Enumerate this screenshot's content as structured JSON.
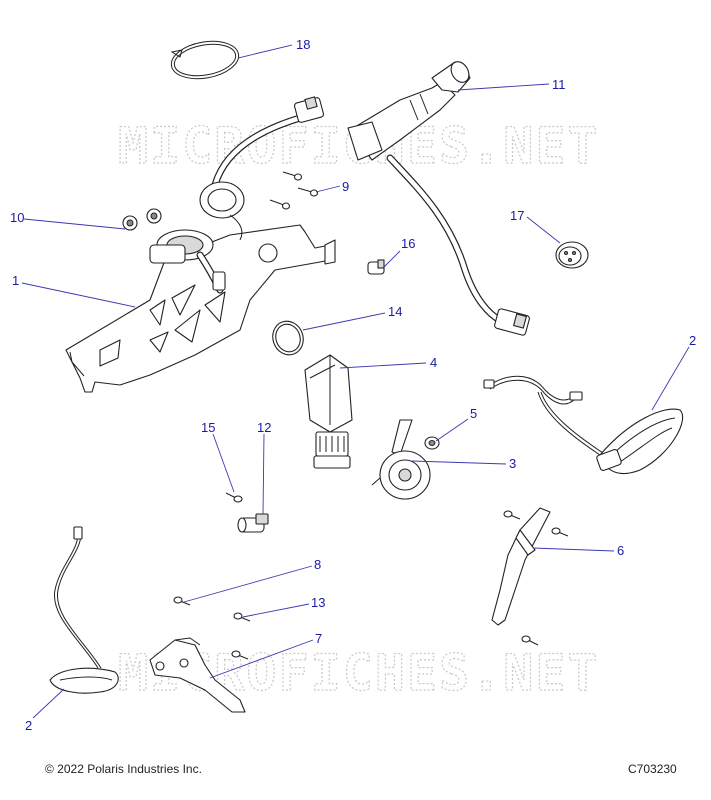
{
  "watermark": "MICROFICHES.NET",
  "footer": {
    "copyright": "© 2022 Polaris Industries Inc.",
    "drawing_number": "C703230"
  },
  "callouts": [
    {
      "id": "callout-18",
      "label": "18"
    },
    {
      "id": "callout-11",
      "label": "11"
    },
    {
      "id": "callout-9",
      "label": "9"
    },
    {
      "id": "callout-10",
      "label": "10"
    },
    {
      "id": "callout-17",
      "label": "17"
    },
    {
      "id": "callout-16",
      "label": "16"
    },
    {
      "id": "callout-1",
      "label": "1"
    },
    {
      "id": "callout-14",
      "label": "14"
    },
    {
      "id": "callout-2-right",
      "label": "2"
    },
    {
      "id": "callout-4",
      "label": "4"
    },
    {
      "id": "callout-5",
      "label": "5"
    },
    {
      "id": "callout-15",
      "label": "15"
    },
    {
      "id": "callout-12",
      "label": "12"
    },
    {
      "id": "callout-3",
      "label": "3"
    },
    {
      "id": "callout-6",
      "label": "6"
    },
    {
      "id": "callout-8",
      "label": "8"
    },
    {
      "id": "callout-13",
      "label": "13"
    },
    {
      "id": "callout-7",
      "label": "7"
    },
    {
      "id": "callout-2-left",
      "label": "2"
    }
  ]
}
